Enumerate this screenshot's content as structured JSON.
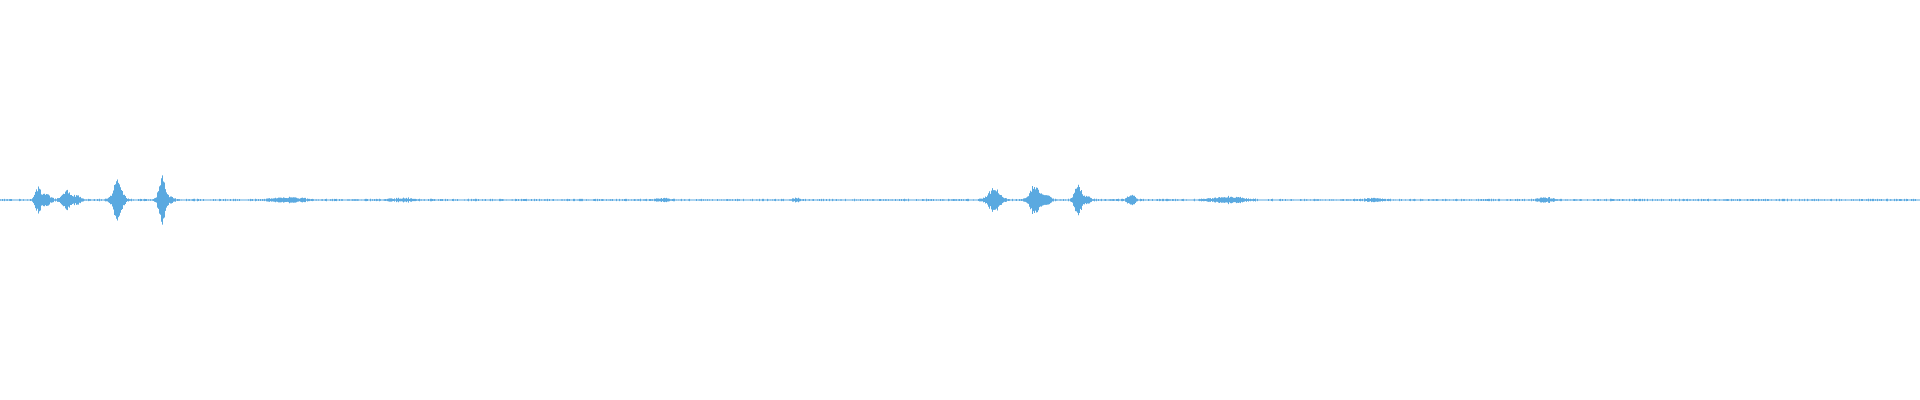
{
  "waveform": {
    "color": "#5aa9e0",
    "baseline_color": "#5aa9e0",
    "background": "#ffffff",
    "duration_fraction_visible": 1.0,
    "peaks": [
      {
        "t": 0.0195,
        "amp": 0.07,
        "spread": 0.0018
      },
      {
        "t": 0.024,
        "amp": 0.03,
        "spread": 0.003
      },
      {
        "t": 0.0345,
        "amp": 0.05,
        "spread": 0.003
      },
      {
        "t": 0.04,
        "amp": 0.02,
        "spread": 0.0025
      },
      {
        "t": 0.061,
        "amp": 0.1,
        "spread": 0.003
      },
      {
        "t": 0.084,
        "amp": 0.12,
        "spread": 0.002
      },
      {
        "t": 0.0875,
        "amp": 0.02,
        "spread": 0.003
      },
      {
        "t": 0.15,
        "amp": 0.012,
        "spread": 0.01
      },
      {
        "t": 0.21,
        "amp": 0.008,
        "spread": 0.008
      },
      {
        "t": 0.345,
        "amp": 0.008,
        "spread": 0.004
      },
      {
        "t": 0.415,
        "amp": 0.008,
        "spread": 0.003
      },
      {
        "t": 0.5175,
        "amp": 0.06,
        "spread": 0.004
      },
      {
        "t": 0.5385,
        "amp": 0.08,
        "spread": 0.003
      },
      {
        "t": 0.544,
        "amp": 0.03,
        "spread": 0.003
      },
      {
        "t": 0.561,
        "amp": 0.09,
        "spread": 0.002
      },
      {
        "t": 0.565,
        "amp": 0.02,
        "spread": 0.003
      },
      {
        "t": 0.589,
        "amp": 0.025,
        "spread": 0.0025
      },
      {
        "t": 0.64,
        "amp": 0.015,
        "spread": 0.01
      },
      {
        "t": 0.715,
        "amp": 0.008,
        "spread": 0.005
      },
      {
        "t": 0.805,
        "amp": 0.012,
        "spread": 0.005
      }
    ],
    "noise_level": 0.006
  }
}
